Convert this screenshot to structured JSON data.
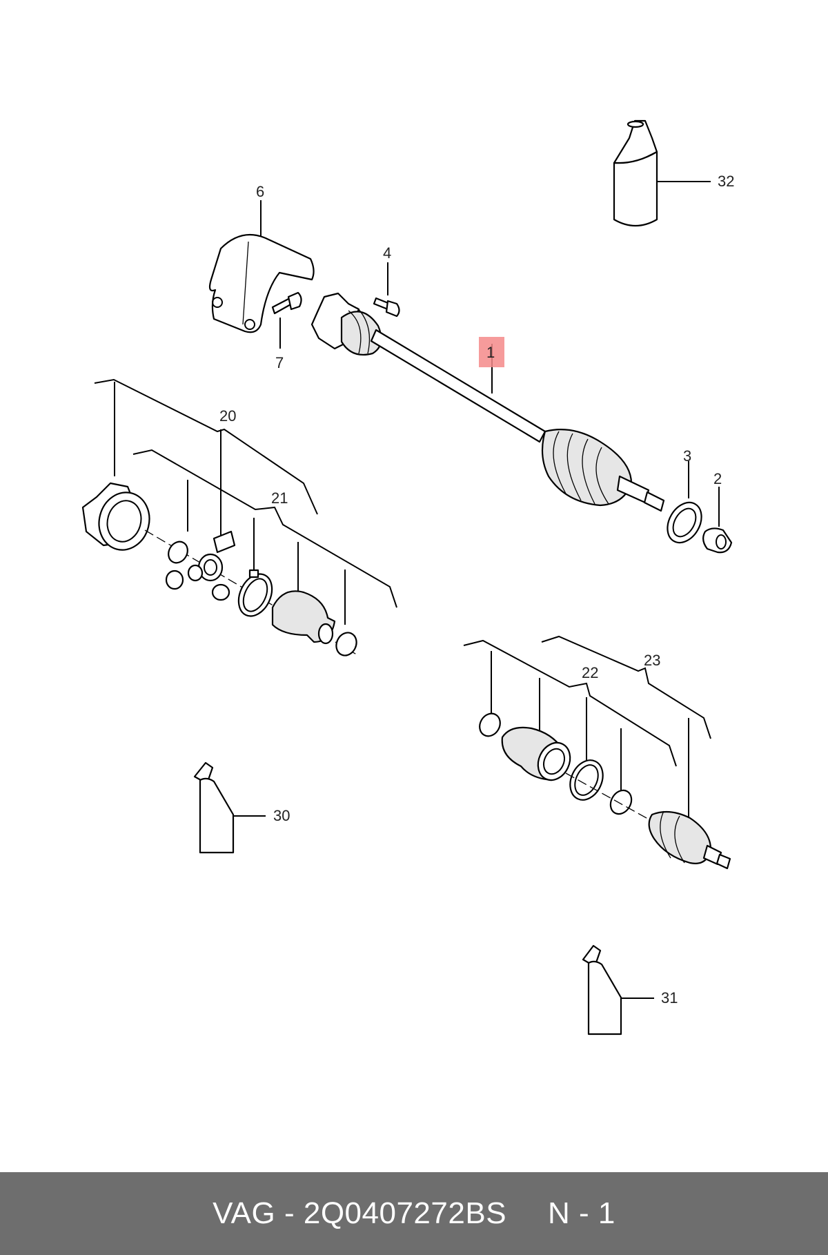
{
  "callouts": {
    "c1": "1",
    "c2": "2",
    "c3": "3",
    "c4": "4",
    "c6": "6",
    "c7": "7",
    "c20": "20",
    "c21": "21",
    "c22": "22",
    "c23": "23",
    "c30": "30",
    "c31": "31",
    "c32": "32"
  },
  "highlight_color": "#f58a8a",
  "footer": {
    "brand_part": "VAG - 2Q0407272BS",
    "quantity": "N - 1"
  }
}
